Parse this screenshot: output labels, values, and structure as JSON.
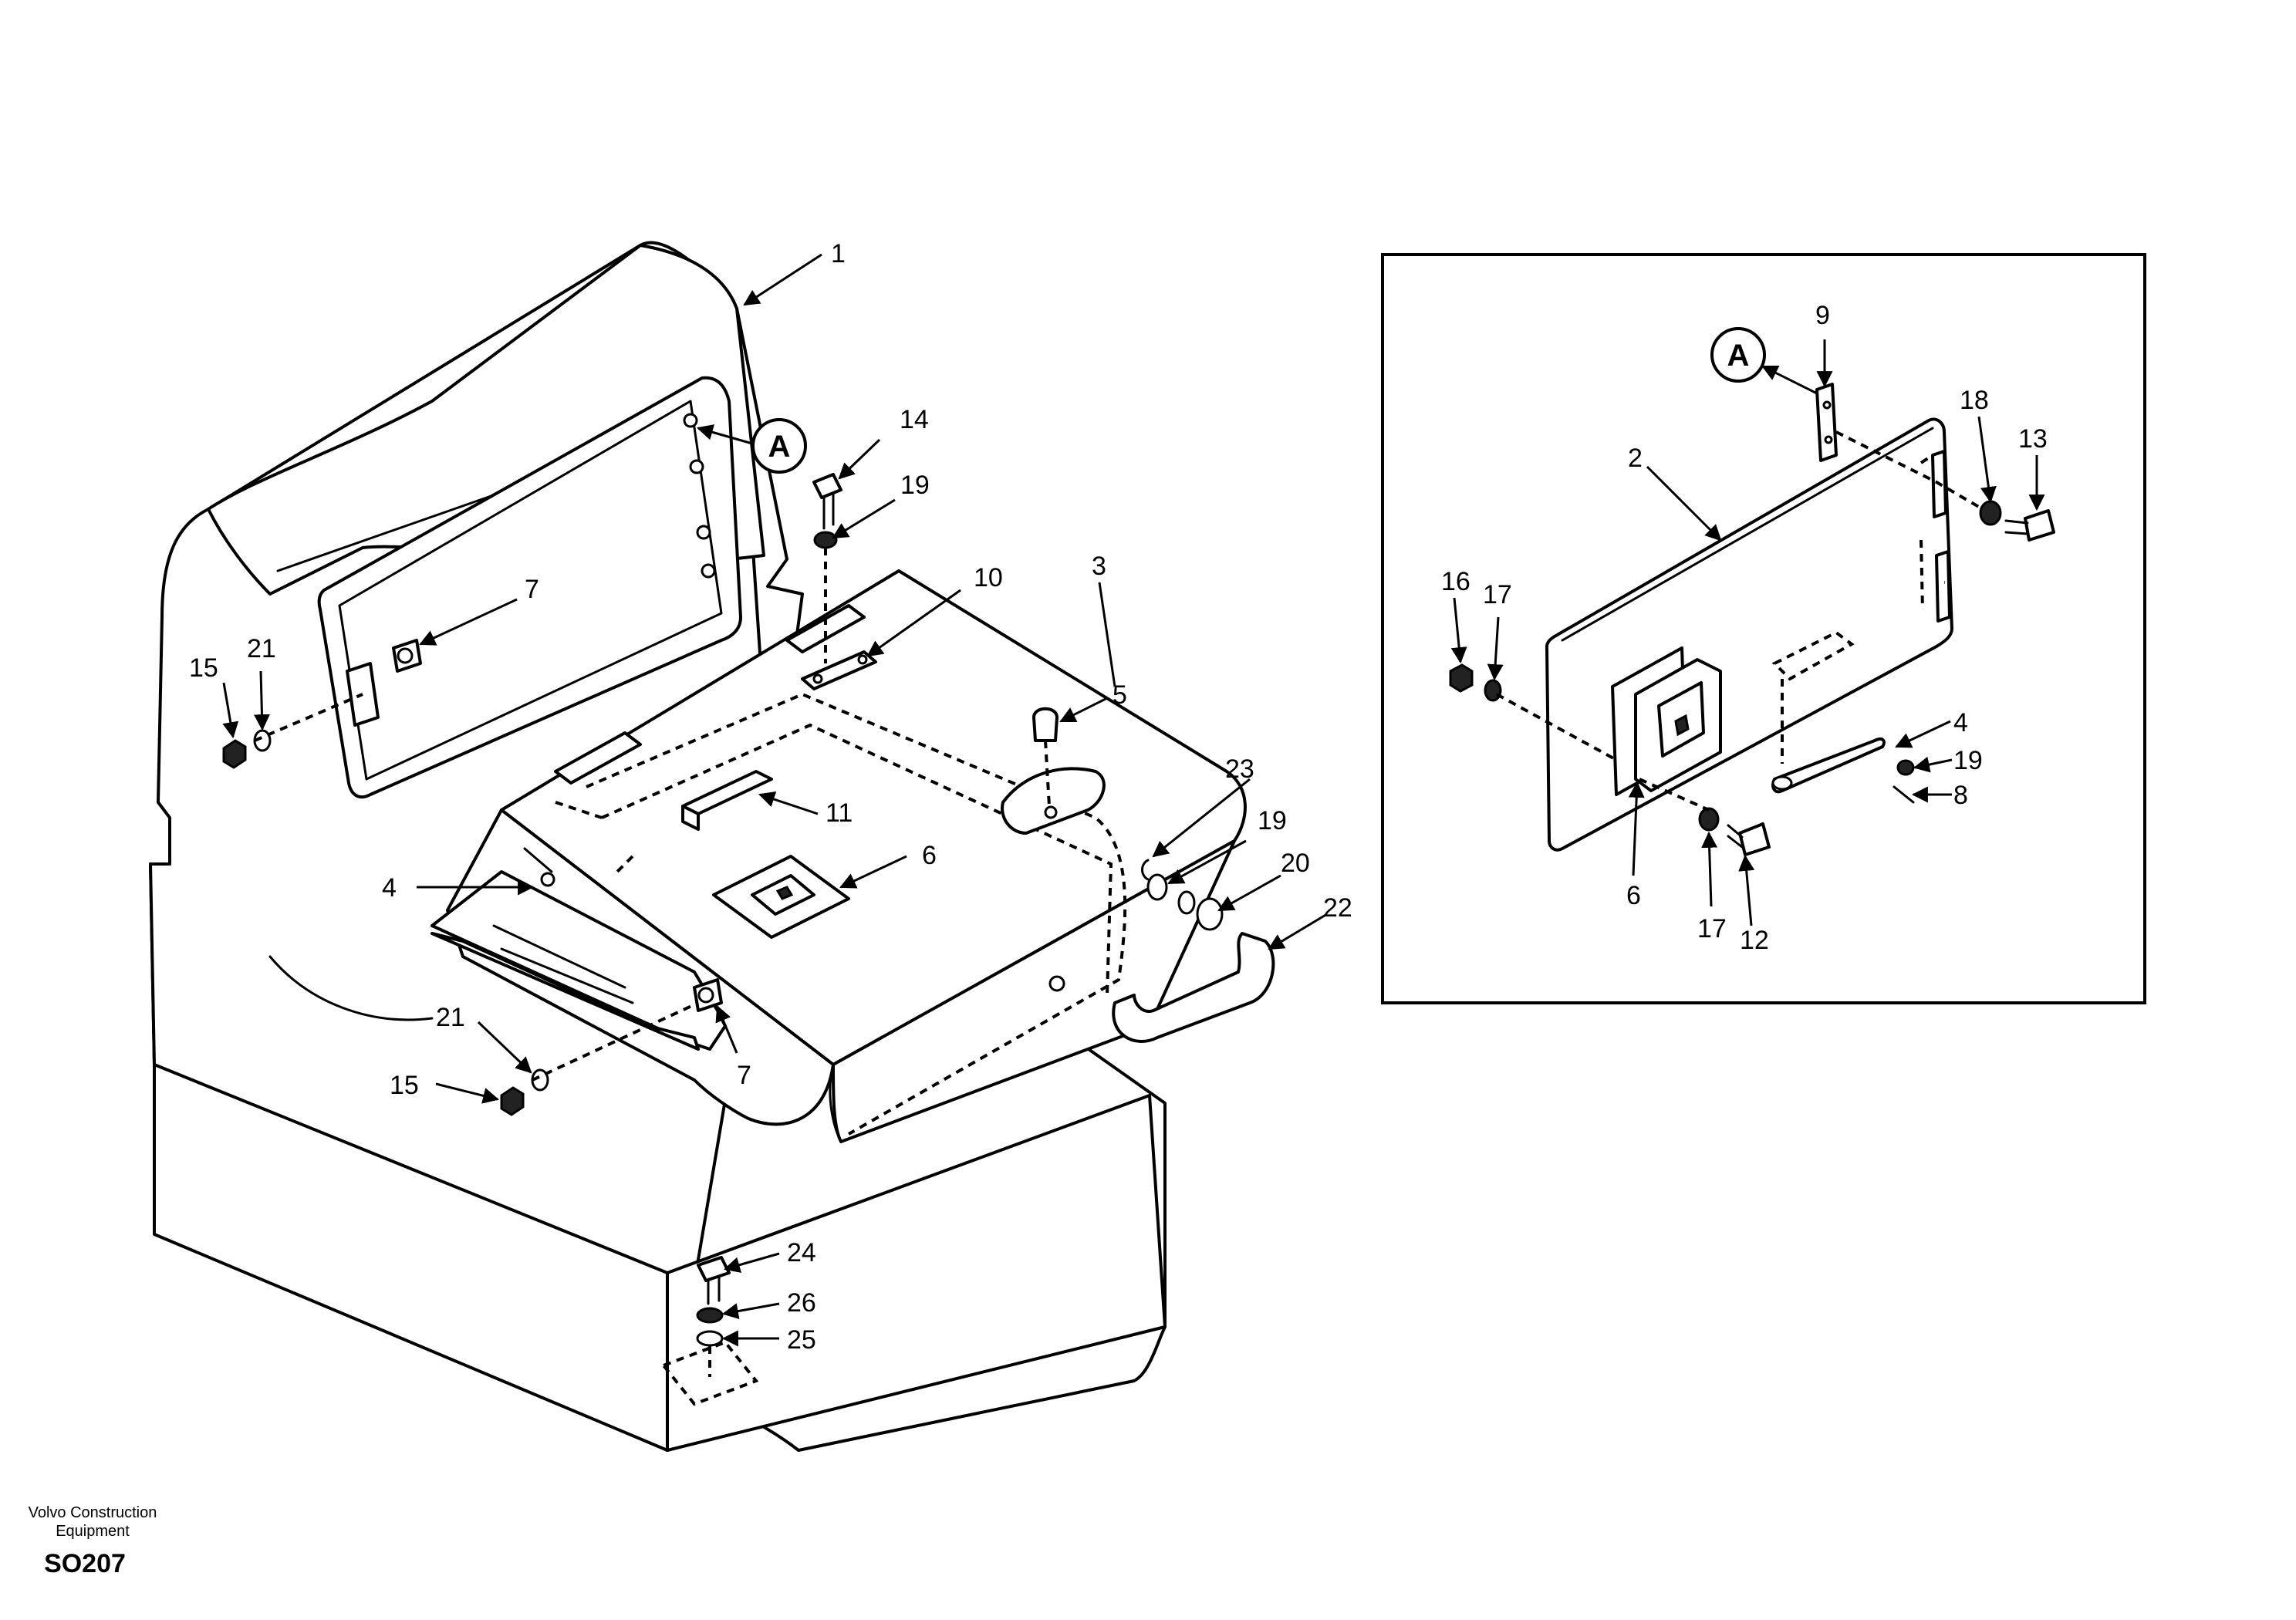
{
  "footer": {
    "line1": "Volvo Construction",
    "line2": "Equipment",
    "code": "SO207"
  },
  "detail": {
    "ref_main": "A",
    "ref_inset": "A"
  },
  "labels": {
    "p1": "1",
    "p2": "2",
    "p3": "3",
    "p4a": "4",
    "p4b": "4",
    "p5": "5",
    "p6a": "6",
    "p6b": "6",
    "p7a": "7",
    "p7b": "7",
    "p8": "8",
    "p9": "9",
    "p10": "10",
    "p11": "11",
    "p12": "12",
    "p13": "13",
    "p14": "14",
    "p15a": "15",
    "p15b": "15",
    "p16": "16",
    "p17a": "17",
    "p17b": "17",
    "p18": "18",
    "p19a": "19",
    "p19b": "19",
    "p19c": "19",
    "p20": "20",
    "p21a": "21",
    "p21b": "21",
    "p22": "22",
    "p23": "23",
    "p24": "24",
    "p25": "25",
    "p26": "26"
  }
}
